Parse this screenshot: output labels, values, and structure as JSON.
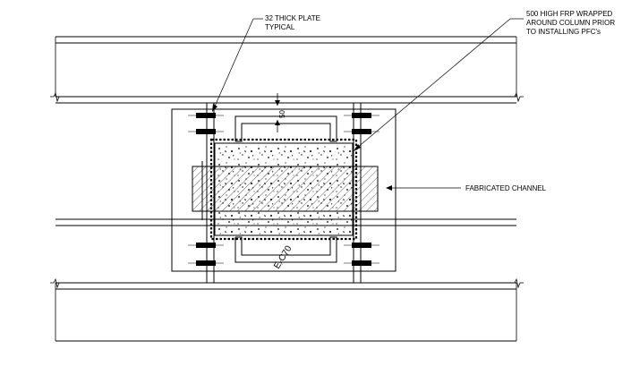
{
  "annotations": {
    "plate_note": [
      "32 THICK PLATE",
      "TYPICAL"
    ],
    "frp_note": [
      "500 HIGH FRP WRAPPED",
      "AROUND COLUMN PRIOR",
      "TO INSTALLING PFC's"
    ],
    "channel_note": "FABRICATED CHANNEL",
    "dimension_50": "50",
    "weld_symbol": "EₓC70"
  }
}
